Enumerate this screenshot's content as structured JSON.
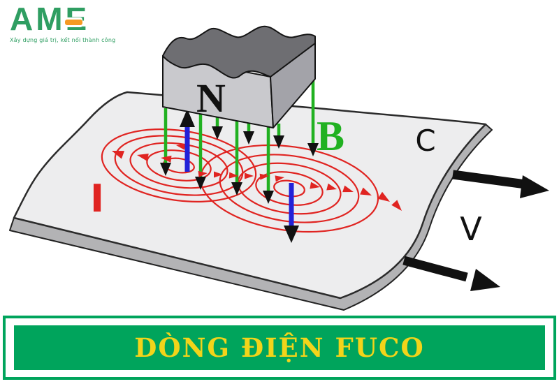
{
  "logo": {
    "brand": "AME",
    "tagline": "Xây dựng giá trị, kết nối thành công"
  },
  "colors": {
    "logo_green": "#2f9e62",
    "logo_orange": "#f59a23",
    "banner_green": "#00a45c",
    "caption_yellow": "#f2d41a",
    "field_green": "#21b121",
    "current_red": "#e02421",
    "induced_blue": "#2222d8",
    "plate_fill": "#ededee",
    "plate_side": "#b3b3b5",
    "magnet_front": "#c9c9cd",
    "magnet_side": "#a3a3a9",
    "magnet_top": "#6e6e72",
    "ink": "#111111"
  },
  "diagram": {
    "labels": {
      "magnet_pole": "N",
      "field": "B",
      "plate": "C",
      "current": "I",
      "velocity": "V"
    }
  },
  "caption": {
    "title": "DÒNG ĐIỆN FUCO"
  }
}
